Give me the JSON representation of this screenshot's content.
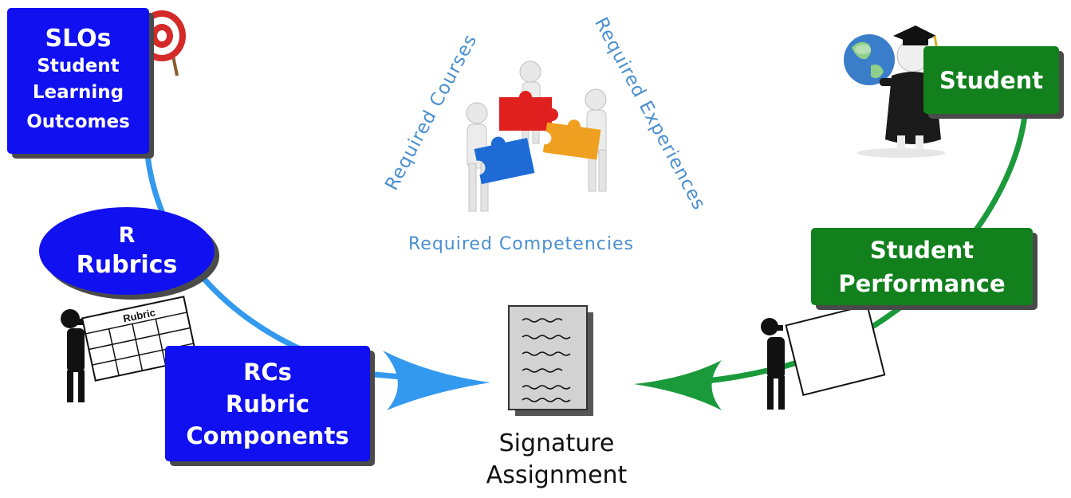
{
  "slos": {
    "title": "SLOs",
    "line1": "Student",
    "line2": "Learning",
    "line3": "Outcomes"
  },
  "rubrics": {
    "title": "R",
    "line1": "Rubrics"
  },
  "rubric_sign": {
    "label": "Rubric"
  },
  "rcs": {
    "title": "RCs",
    "line1": "Rubric",
    "line2": "Components"
  },
  "triangle": {
    "left": "Required Courses",
    "right": "Required Experiences",
    "bottom": "Required Competencies"
  },
  "signature": {
    "line1": "Signature",
    "line2": "Assignment"
  },
  "student": {
    "label": "Student"
  },
  "performance": {
    "line1": "Student",
    "line2": "Performance"
  },
  "colors": {
    "blue_box": "#1010f0",
    "green_box": "#11801d",
    "blue_arc": "#3399ee",
    "green_arc": "#1a9a3a",
    "triangle_text": "#4a8fd0"
  },
  "icons": [
    "target-icon",
    "rubric-figure-icon",
    "puzzle-team-icon",
    "document-icon",
    "graduate-globe-icon",
    "blank-sign-figure-icon"
  ]
}
